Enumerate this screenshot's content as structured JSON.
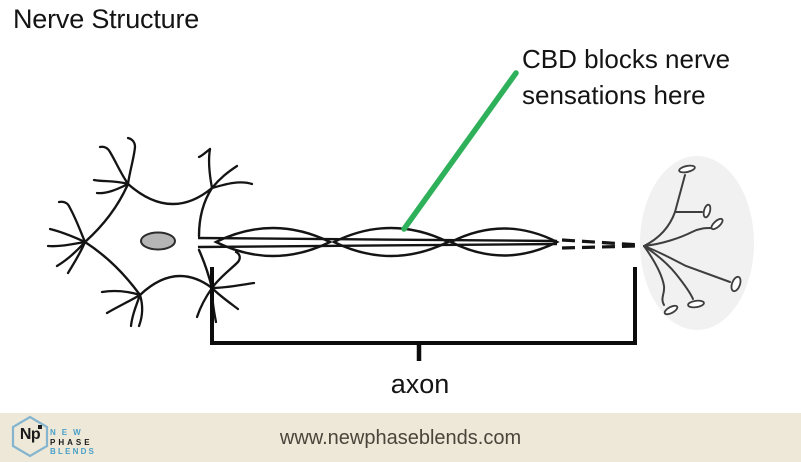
{
  "title": "Nerve Structure",
  "annotation": {
    "line1": "CBD blocks nerve",
    "line2": "sensations here"
  },
  "diagram": {
    "axon_label": "axon"
  },
  "footer": {
    "website": "www.newphaseblends.com",
    "logo": {
      "monogram": "Np",
      "line1": "NEW",
      "line2": "PHASE",
      "line3": "BLENDS"
    }
  },
  "colors": {
    "accent_green": "#2EB15A",
    "ink": "#141414",
    "terminal_ink": "#3E3E3E",
    "nucleus_gray": "#B5B5B5",
    "terminal_blob_gray": "#F1F1F1",
    "footer_background": "#EDE8D8",
    "logo_blue": "#4BA0C8",
    "website_text": "#4A443A"
  },
  "icons": {
    "hexagon_logo": "hexagon-outline",
    "neuron_diagram": "hand-drawn-neuron"
  }
}
